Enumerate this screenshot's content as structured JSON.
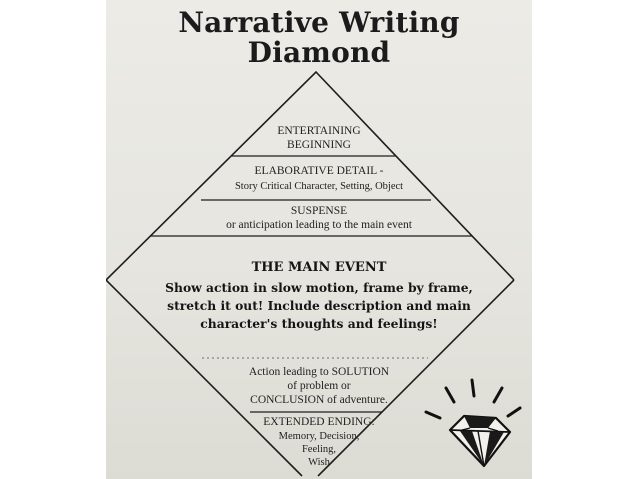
{
  "title": {
    "line1": "Narrative Writing",
    "line2": "Diamond"
  },
  "sections": {
    "beginning": {
      "line1": "ENTERTAINING",
      "line2": "BEGINNING"
    },
    "detail": {
      "heading": "ELABORATIVE DETAIL -",
      "sub": "Story Critical Character, Setting, Object"
    },
    "suspense": {
      "heading": "SUSPENSE",
      "sub": "or anticipation leading to the main event"
    },
    "main_event": {
      "heading": "THE MAIN EVENT",
      "line1": "Show action in slow motion, frame by frame,",
      "line2": "stretch it out!  Include description and main",
      "line3": "character's thoughts and feelings!"
    },
    "solution": {
      "line1": "Action leading to SOLUTION",
      "line2": "of problem or",
      "line3": "CONCLUSION of adventure."
    },
    "ending": {
      "heading": "EXTENDED ENDING:",
      "line1": "Memory, Decision,",
      "line2": "Feeling,",
      "line3": "Wish"
    }
  },
  "icons": {
    "gem": "gem-icon"
  }
}
